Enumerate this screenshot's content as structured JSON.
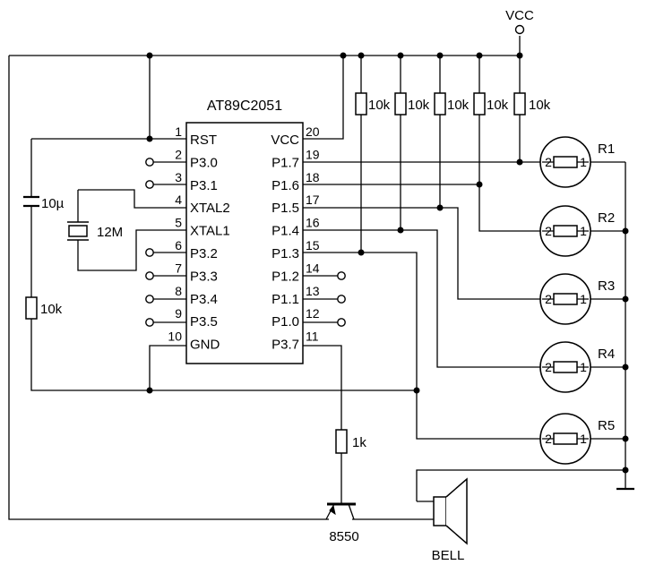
{
  "chip": {
    "name": "AT89C2051",
    "pins_left": [
      {
        "num": "1",
        "name": "RST"
      },
      {
        "num": "2",
        "name": "P3.0"
      },
      {
        "num": "3",
        "name": "P3.1"
      },
      {
        "num": "4",
        "name": "XTAL2"
      },
      {
        "num": "5",
        "name": "XTAL1"
      },
      {
        "num": "6",
        "name": "P3.2"
      },
      {
        "num": "7",
        "name": "P3.3"
      },
      {
        "num": "8",
        "name": "P3.4"
      },
      {
        "num": "9",
        "name": "P3.5"
      },
      {
        "num": "10",
        "name": "GND"
      }
    ],
    "pins_right": [
      {
        "num": "20",
        "name": "VCC"
      },
      {
        "num": "19",
        "name": "P1.7"
      },
      {
        "num": "18",
        "name": "P1.6"
      },
      {
        "num": "17",
        "name": "P1.5"
      },
      {
        "num": "16",
        "name": "P1.4"
      },
      {
        "num": "15",
        "name": "P1.3"
      },
      {
        "num": "14",
        "name": "P1.2"
      },
      {
        "num": "13",
        "name": "P1.1"
      },
      {
        "num": "12",
        "name": "P1.0"
      },
      {
        "num": "11",
        "name": "P3.7"
      }
    ]
  },
  "supply": {
    "vcc": "VCC"
  },
  "pullups": [
    "10k",
    "10k",
    "10k",
    "10k",
    "10k"
  ],
  "photo_resistors": [
    {
      "label": "R1",
      "pin_left": "2",
      "pin_right": "1"
    },
    {
      "label": "R2",
      "pin_left": "2",
      "pin_right": "1"
    },
    {
      "label": "R3",
      "pin_left": "2",
      "pin_right": "1"
    },
    {
      "label": "R4",
      "pin_left": "2",
      "pin_right": "1"
    },
    {
      "label": "R5",
      "pin_left": "2",
      "pin_right": "1"
    }
  ],
  "reset": {
    "capacitor": "10µ",
    "resistor": "10k"
  },
  "crystal": {
    "label": "12M"
  },
  "transistor": {
    "base_resistor": "1k",
    "label": "8550"
  },
  "buzzer": {
    "label": "BELL"
  }
}
